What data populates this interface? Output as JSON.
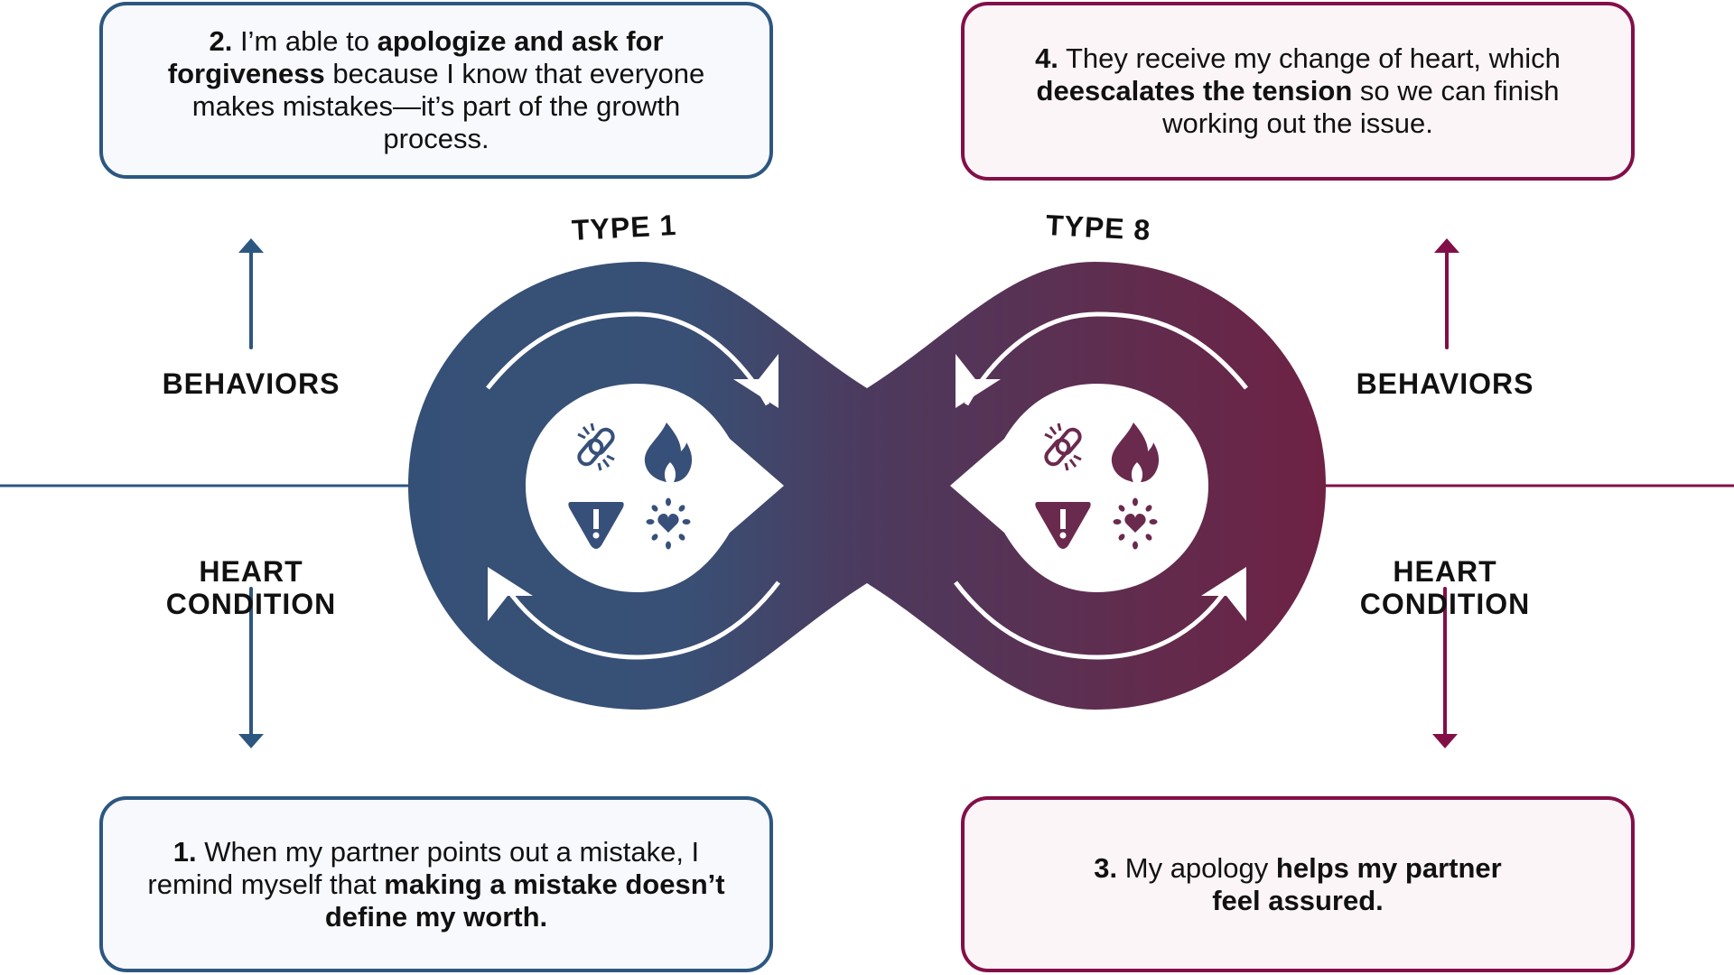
{
  "colors": {
    "type1_accent": "#2c5780",
    "type8_accent": "#830f48",
    "loop_left": "#355077",
    "loop_right": "#6e2244",
    "box1_bg": "#f8f9fd",
    "box2_bg": "#fcf5f8"
  },
  "types": {
    "left": "TYPE 1",
    "right": "TYPE 8"
  },
  "side_labels": {
    "left": {
      "behaviors": "BEHAVIORS",
      "heart_line1": "HEART",
      "heart_line2": "CONDITION"
    },
    "right": {
      "behaviors": "BEHAVIORS",
      "heart_line1": "HEART",
      "heart_line2": "CONDITION"
    }
  },
  "steps": {
    "step1": {
      "number": "1.",
      "text_a": " When my partner points out a mistake, I remind myself that ",
      "bold": "making a mistake doesn’t define my worth."
    },
    "step2": {
      "number": "2.",
      "text_a": " I’m able to ",
      "bold": "apologize and ask for forgiveness",
      "text_b": " because I know that everyone makes mistakes—it’s part of the growth process."
    },
    "step3": {
      "number": "3.",
      "text_a": " My apology ",
      "bold": "helps my partner feel assured."
    },
    "step4": {
      "number": "4.",
      "text_a": " They receive my change of heart, which ",
      "bold": "deescalates the tension",
      "text_b": " so we can finish working out the issue."
    }
  },
  "icons": [
    "broken-link-icon",
    "flame-icon",
    "warning-icon",
    "radiant-heart-icon"
  ]
}
